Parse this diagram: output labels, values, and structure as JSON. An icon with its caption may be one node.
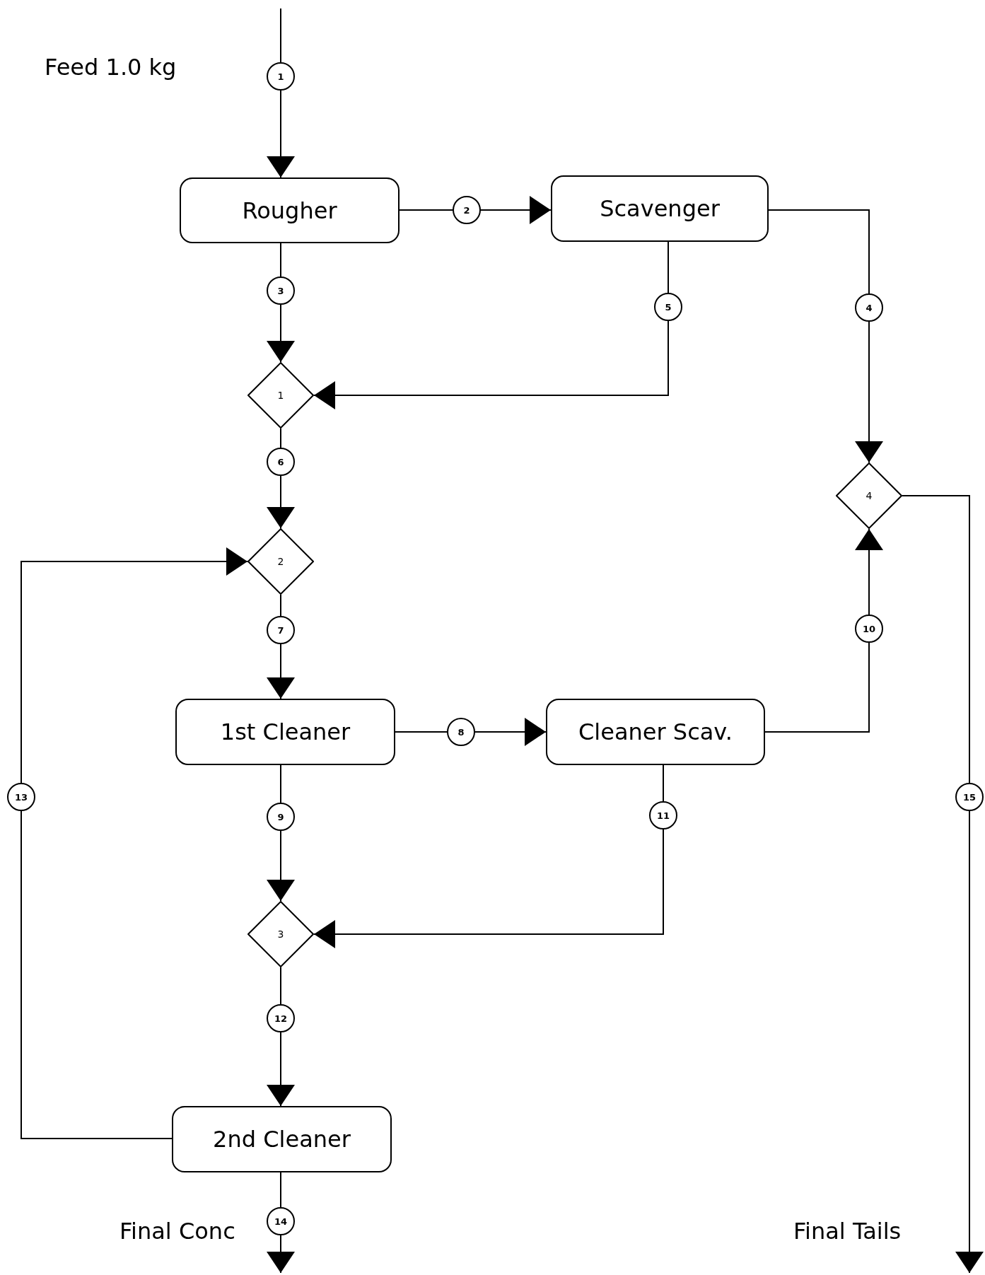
{
  "diagram": {
    "nodes": [
      {
        "text": [
          "Rougher"
        ]
      },
      {
        "text": [
          "Scavenger"
        ]
      },
      {
        "text": [
          "1"
        ]
      },
      {
        "text": [
          "2"
        ]
      },
      {
        "text": [
          "1st Cleaner"
        ]
      },
      {
        "text": [
          "Cleaner Scav."
        ]
      },
      {
        "text": [
          "3"
        ]
      },
      {
        "text": [
          "2nd Cleaner"
        ]
      },
      {
        "text": [
          "4"
        ]
      }
    ],
    "edges": [
      {
        "from": null,
        "to": 0,
        "arrow": "to",
        "label": "1"
      },
      {
        "from": 0,
        "to": 1,
        "arrow": "to",
        "label": "2"
      },
      {
        "from": 0,
        "to": 2,
        "arrow": "to",
        "label": "3"
      },
      {
        "from": 1,
        "to": 8,
        "arrow": "to",
        "label": "4"
      },
      {
        "from": 1,
        "to": 2,
        "arrow": "to",
        "label": "5"
      },
      {
        "from": 2,
        "to": 3,
        "arrow": "to",
        "label": "6"
      },
      {
        "from": 3,
        "to": 4,
        "arrow": "to",
        "label": "7"
      },
      {
        "from": 4,
        "to": 5,
        "arrow": "to",
        "label": "8"
      },
      {
        "from": 4,
        "to": 6,
        "arrow": "to",
        "label": "9"
      },
      {
        "from": 5,
        "to": 8,
        "arrow": "to",
        "label": "10"
      },
      {
        "from": 5,
        "to": 6,
        "arrow": "to",
        "label": "11"
      },
      {
        "from": 6,
        "to": 7,
        "arrow": "to",
        "label": "12"
      },
      {
        "from": 7,
        "to": 3,
        "arrow": "to",
        "label": "13"
      },
      {
        "from": 7,
        "to": null,
        "arrow": "to",
        "label": "14"
      },
      {
        "from": 8,
        "to": null,
        "arrow": "to",
        "label": "15"
      }
    ],
    "labels": [
      "Feed 1.0 kg",
      "Final Conc",
      "Final Tails"
    ]
  }
}
